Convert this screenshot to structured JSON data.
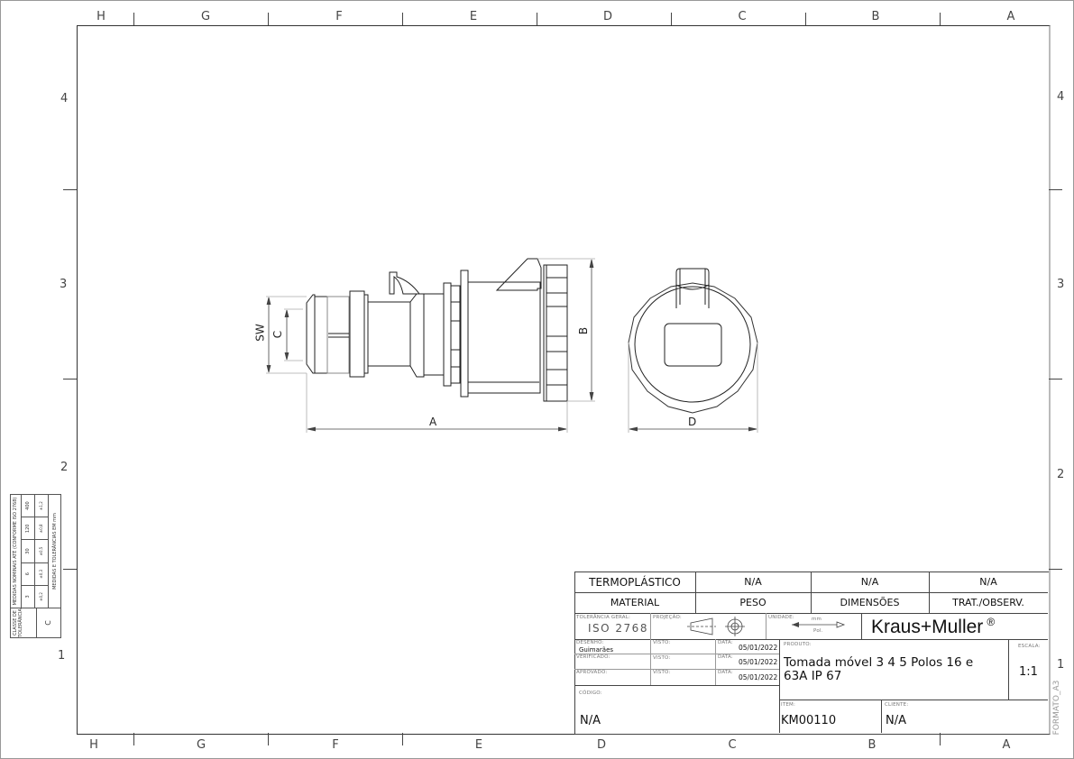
{
  "border": {
    "columns_top": [
      "H",
      "G",
      "F",
      "E",
      "D",
      "C",
      "B",
      "A"
    ],
    "columns_bottom": [
      "H",
      "G",
      "F",
      "E",
      "D",
      "C",
      "B",
      "A"
    ],
    "rows_left": [
      "4",
      "3",
      "2",
      "1"
    ],
    "rows_right": [
      "4",
      "3",
      "2",
      "1"
    ],
    "format_label": "FORMATO_A3"
  },
  "drawing": {
    "side_view_dims": {
      "a": "A",
      "b": "B",
      "c": "C",
      "sw": "SW"
    },
    "front_view_dims": {
      "d": "D"
    }
  },
  "tolerance_table": {
    "header": "MEDIDAS NOMINAIS ATÉ (CONFORME ISO 2768)",
    "class_label": "CLASSE DE TOLERÂNCIA",
    "class_value": "C",
    "nominals": [
      "3",
      "6",
      "30",
      "120",
      "400"
    ],
    "tolerances": [
      "±0,2",
      "±0,3",
      "±0,5",
      "±0,8",
      "±1,2"
    ],
    "footer": "MEDIDAS E TOLERÂNCIAS EM mm"
  },
  "title_block": {
    "material_value": "TERMOPLÁSTICO",
    "peso_value": "N/A",
    "dimensoes_value": "N/A",
    "trat_value": "N/A",
    "material_label": "MATERIAL",
    "peso_label": "PESO",
    "dimensoes_label": "DIMENSÕES",
    "trat_label": "TRAT./OBSERV.",
    "tolerancia_label": "TOLERÂNCIA GERAL:",
    "tolerancia_value": "ISO 2768",
    "projecao_label": "PROJEÇÃO:",
    "unidade_label": "UNIDADE:",
    "unidade_mm": "mm",
    "unidade_pol": "Pol.",
    "brand": "Kraus+Muller",
    "brand_mark": "®",
    "desenho_label": "DESENHO:",
    "desenho_value": "Guimarães",
    "verificado_label": "VERIFICADO:",
    "aprovado_label": "APROVADO:",
    "visto_label": "VISTO:",
    "data_label": "DATA:",
    "date1": "05/01/2022",
    "date2": "05/01/2022",
    "date3": "05/01/2022",
    "codigo_label": "CÓDIGO:",
    "codigo_value": "N/A",
    "produto_label": "PRODUTO:",
    "produto_line1": "Tomada móvel 3 4 5 Polos 16 e",
    "produto_line2": "63A IP 67",
    "escala_label": "ESCALA:",
    "escala_value": "1:1",
    "item_label": "ITEM:",
    "item_value": "KM00110",
    "cliente_label": "CLIENTE:",
    "cliente_value": "N/A"
  }
}
